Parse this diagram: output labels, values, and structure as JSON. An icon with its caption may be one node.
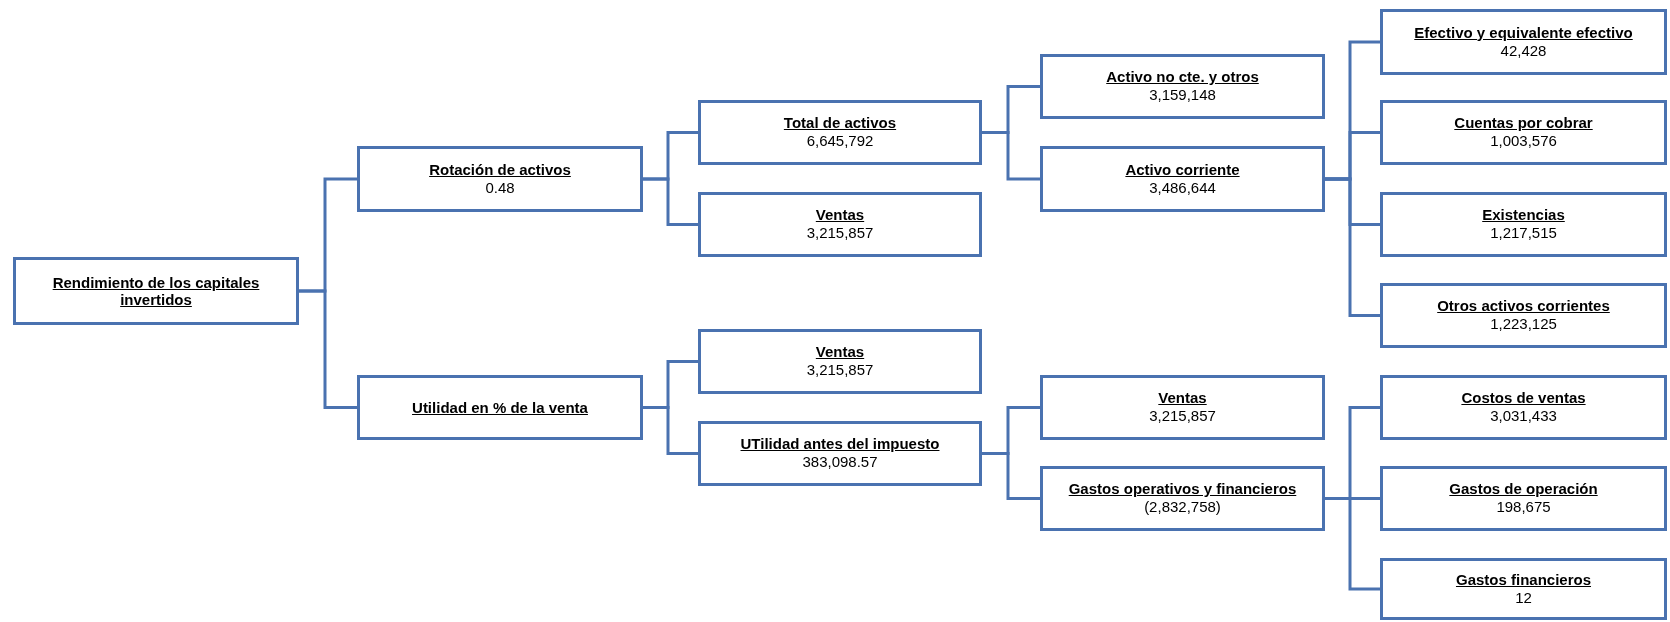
{
  "diagram": {
    "nodes": [
      {
        "text": [
          "Rendimiento de los capitales invertidos"
        ]
      },
      {
        "text": [
          "Rotación de activos",
          "0.48"
        ]
      },
      {
        "text": [
          "Total de activos",
          "6,645,792"
        ]
      },
      {
        "text": [
          "Ventas",
          "3,215,857"
        ]
      },
      {
        "text": [
          "Activo no cte. y otros",
          "3,159,148"
        ]
      },
      {
        "text": [
          "Activo corriente",
          "3,486,644"
        ]
      },
      {
        "text": [
          "Efectivo y equivalente efectivo",
          "42,428"
        ]
      },
      {
        "text": [
          "Cuentas por cobrar",
          "1,003,576"
        ]
      },
      {
        "text": [
          "Existencias",
          "1,217,515"
        ]
      },
      {
        "text": [
          "Otros activos corrientes",
          "1,223,125"
        ]
      },
      {
        "text": [
          "Utilidad en % de la venta"
        ]
      },
      {
        "text": [
          "Ventas",
          "3,215,857"
        ]
      },
      {
        "text": [
          "UTilidad antes del impuesto",
          "383,098.57"
        ]
      },
      {
        "text": [
          "Ventas",
          "3,215,857"
        ]
      },
      {
        "text": [
          "Gastos operativos y financieros",
          "(2,832,758)"
        ]
      },
      {
        "text": [
          "Costos de ventas",
          "3,031,433"
        ]
      },
      {
        "text": [
          "Gastos de operación",
          "198,675"
        ]
      },
      {
        "text": [
          "Gastos financieros",
          "12"
        ]
      }
    ],
    "edges": [
      {
        "from": 0,
        "to": 1,
        "arrow": "none"
      },
      {
        "from": 0,
        "to": 10,
        "arrow": "none"
      },
      {
        "from": 1,
        "to": 2,
        "arrow": "none"
      },
      {
        "from": 1,
        "to": 3,
        "arrow": "none"
      },
      {
        "from": 2,
        "to": 4,
        "arrow": "none"
      },
      {
        "from": 2,
        "to": 5,
        "arrow": "none"
      },
      {
        "from": 5,
        "to": 6,
        "arrow": "none"
      },
      {
        "from": 5,
        "to": 7,
        "arrow": "none"
      },
      {
        "from": 5,
        "to": 8,
        "arrow": "none"
      },
      {
        "from": 5,
        "to": 9,
        "arrow": "none"
      },
      {
        "from": 10,
        "to": 11,
        "arrow": "none"
      },
      {
        "from": 10,
        "to": 12,
        "arrow": "none"
      },
      {
        "from": 12,
        "to": 13,
        "arrow": "none"
      },
      {
        "from": 12,
        "to": 14,
        "arrow": "none"
      },
      {
        "from": 14,
        "to": 15,
        "arrow": "none"
      },
      {
        "from": 14,
        "to": 16,
        "arrow": "none"
      },
      {
        "from": 14,
        "to": 17,
        "arrow": "none"
      }
    ]
  }
}
